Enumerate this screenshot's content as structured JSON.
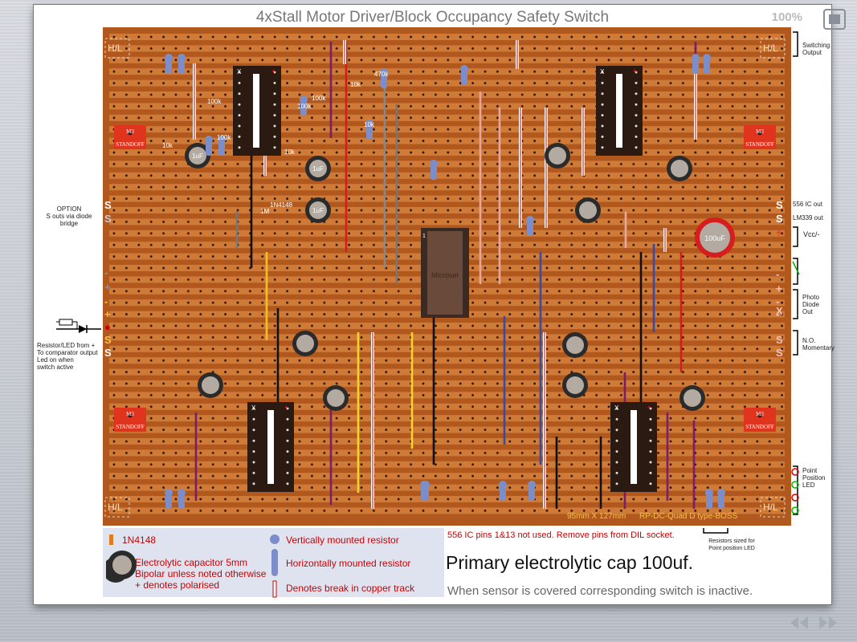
{
  "viewer": {
    "zoom": "100%"
  },
  "document": {
    "title": "4xStall Motor Driver/Block Occupancy Safety Switch",
    "board": {
      "corner_label": "H/L",
      "standoff": {
        "line1": "M3",
        "line2": "STANDOFF"
      },
      "dimensions": "95mm X 127mm",
      "board_name": "RP-DC-Quad D type-BOSS",
      "chip_label": "Microset",
      "main_cap_label": "100uF",
      "component_labels": {
        "r100k": "100k",
        "r10k": "10k",
        "r470k": "470k",
        "c1uf": "1uF",
        "r1m": "1M",
        "d1n4148": "1N4148",
        "pin1": "1"
      },
      "ic_marks": {
        "x": "X",
        "plus": "+"
      }
    },
    "left_labels": {
      "option": "OPTION\nS outs via diode bridge",
      "resistor_led": "Resistor/LED from +\nTo comparator output\nLed on when\nswitch active",
      "pins": [
        "S",
        "S",
        "-",
        "+",
        "-",
        "+",
        "●",
        "S",
        "S"
      ]
    },
    "right_labels": {
      "switching_output": "Switching\nOutput",
      "ic556_out": "556 IC out",
      "lm339_out": "LM339 out",
      "vcc": "Vcc/-",
      "photo_diode_out": "Photo\nDiode\nOut",
      "no_momentary": "N.O.\nMomentary",
      "point_position_led": "Point\nPosition\nLED",
      "resistors_sized": "Resistors sized for\nPoint position LED",
      "pins": [
        "S",
        "S",
        "+",
        "-",
        "+",
        "-",
        "-",
        "X",
        "S",
        "S"
      ]
    },
    "legend": {
      "diode": "1N4148",
      "electrolytic": "Electrolytic capacitor 5mm\nBipolar unless noted otherwise\n+ denotes polarised",
      "vertical_resistor": "Vertically mounted resistor",
      "horizontal_resistor": "Horizontally mounted resistor",
      "track_break": "Denotes break in copper track"
    },
    "notes": {
      "ic_pins": "556 IC pins 1&13 not used. Remove pins from DIL socket.",
      "primary_cap": "Primary electrolytic cap 100uf.",
      "sensor": "When sensor is covered corresponding switch is inactive."
    }
  },
  "colors": {
    "board": "#b0581e",
    "track": "#d07a38",
    "hole": "#2a1608",
    "standoff": "#e0341f",
    "ic_body": "#2a1a12",
    "resistor": "#7b8ec9",
    "cap": "#555",
    "primary_cap": "#d61e1e",
    "label_yellow": "#f4c542"
  }
}
